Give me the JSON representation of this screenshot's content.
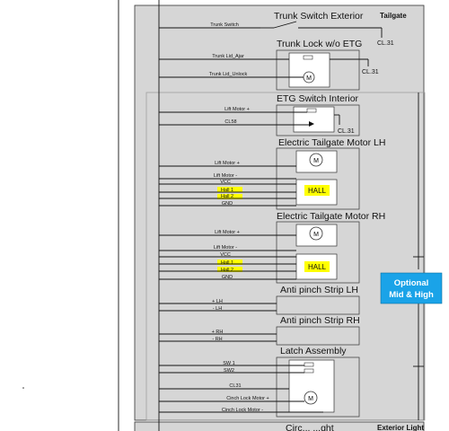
{
  "labels": {
    "tailgate": "Tailgate",
    "exterior_light": "Exterior Light",
    "cl31": "CL.31",
    "hall": "HALL",
    "optional_line1": "Optional",
    "optional_line2": "Mid & High"
  },
  "components": {
    "trunk_switch_exterior": "Trunk Switch Exterior",
    "trunk_lock": "Trunk Lock w/o ETG",
    "etg_switch_interior": "ETG Switch Interior",
    "etm_lh": "Electric Tailgate Motor LH",
    "etm_rh": "Electric Tailgate Motor RH",
    "anti_pinch_lh": "Anti pinch Strip LH",
    "anti_pinch_rh": "Anti pinch Strip RH",
    "latch_assembly": "Latch Assembly",
    "bottom_partial": "Circ... ...ght"
  },
  "signals": {
    "trunk_switch": "Trunk Switch",
    "trunk_lid_ajar": "Trunk Lid_Ajar",
    "trunk_lid_unlock": "Trunk Lid_Unlock",
    "lift_motor_plus": "Lift Motor +",
    "cl58": "CL58",
    "lift_motor_minus": "Lift Motor -",
    "vcc": "VCC",
    "hall1": "Hall 1",
    "hall2": "Hall 2",
    "gnd": "GND",
    "plus_lh": "+ LH",
    "minus_lh": "- LH",
    "plus_rh": "+ RH",
    "minus_rh": "- RH",
    "sw1": "SW 1",
    "sw2": "SW2",
    "cl31": "CL31",
    "cinch_plus": "Cinch Lock Motor +",
    "cinch_minus": "Cinch Lock Motor -"
  },
  "colors": {
    "panel": "#d6d6d6",
    "highlight": "#ffff00",
    "optional_badge": "#1aa3e8"
  }
}
